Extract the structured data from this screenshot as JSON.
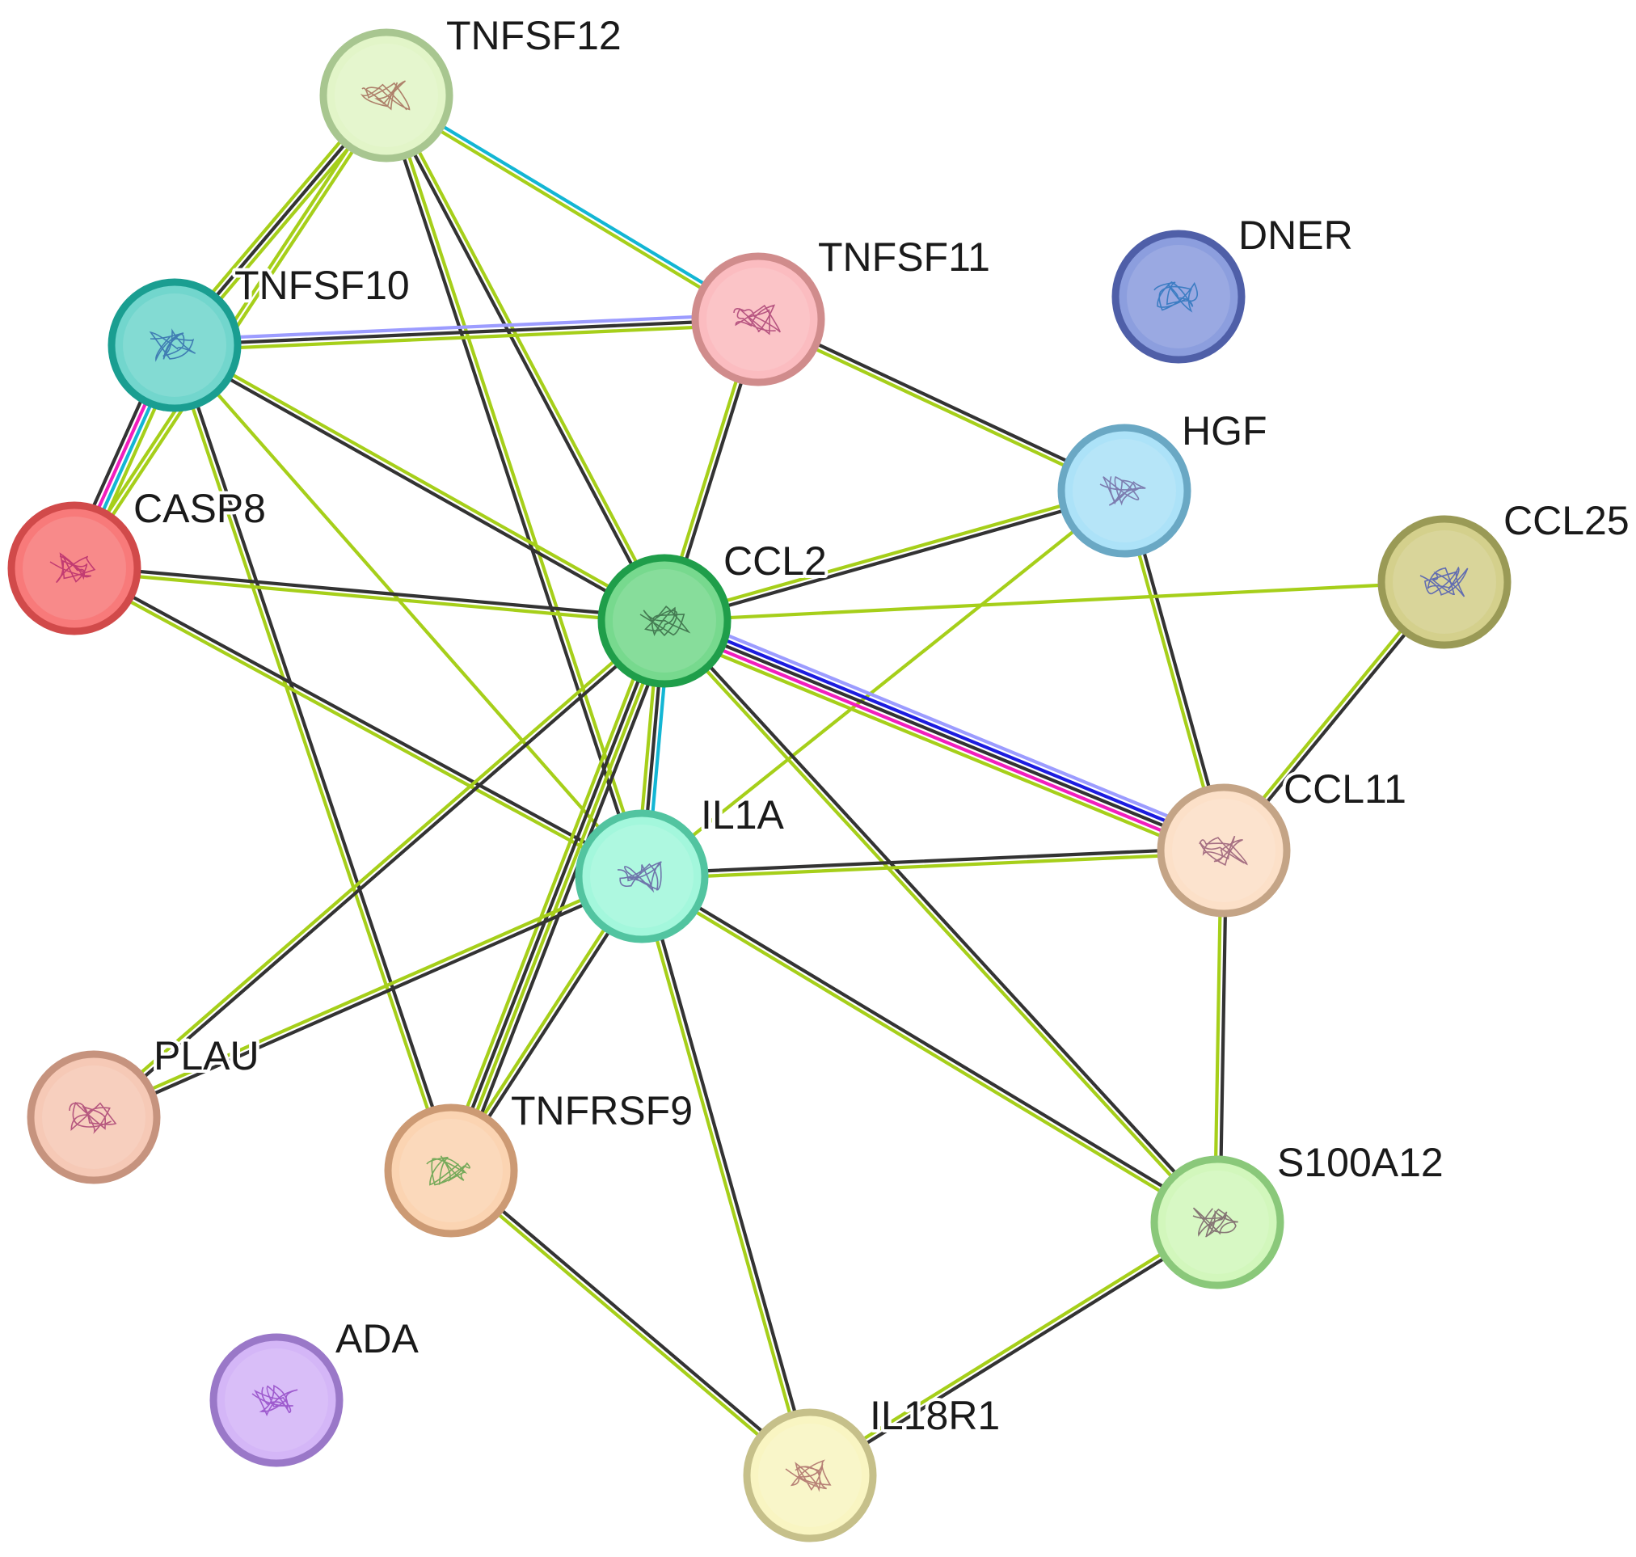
{
  "network": {
    "nodes": [
      {
        "id": "TNFSF12",
        "label": "TNFSF12",
        "fill": "#e2f5c8",
        "stroke": "#a8c690",
        "structure_color": "#9b5a4a"
      },
      {
        "id": "TNFSF11",
        "label": "TNFSF11",
        "fill": "#fbbcc0",
        "stroke": "#d08c8c",
        "structure_color": "#a0306a"
      },
      {
        "id": "DNER",
        "label": "DNER",
        "fill": "#8c9ede",
        "stroke": "#4f5fa8",
        "structure_color": "#1e6fb8"
      },
      {
        "id": "TNFSF10",
        "label": "TNFSF10",
        "fill": "#72d6cd",
        "stroke": "#1a9e91",
        "structure_color": "#2a5ea8"
      },
      {
        "id": "HGF",
        "label": "HGF",
        "fill": "#ace2f8",
        "stroke": "#6aa8c4",
        "structure_color": "#6a5a98"
      },
      {
        "id": "CASP8",
        "label": "CASP8",
        "fill": "#f87a7a",
        "stroke": "#d14a4a",
        "structure_color": "#b0206a"
      },
      {
        "id": "CCL2",
        "label": "CCL2",
        "fill": "#77d98e",
        "stroke": "#1f9e4a",
        "structure_color": "#2e5a3a"
      },
      {
        "id": "CCL25",
        "label": "CCL25",
        "fill": "#d4d08c",
        "stroke": "#9a9a56",
        "structure_color": "#3a4ab8"
      },
      {
        "id": "IL1A",
        "label": "IL1A",
        "fill": "#a3f7dc",
        "stroke": "#52c4a0",
        "structure_color": "#5a4a9a"
      },
      {
        "id": "CCL11",
        "label": "CCL11",
        "fill": "#fce0c8",
        "stroke": "#c4a486",
        "structure_color": "#8a4a6a"
      },
      {
        "id": "PLAU",
        "label": "PLAU",
        "fill": "#f6c9b6",
        "stroke": "#c6937e",
        "structure_color": "#a0306a"
      },
      {
        "id": "TNFRSF9",
        "label": "TNFRSF9",
        "fill": "#fbd4b2",
        "stroke": "#cc9a74",
        "structure_color": "#4a9a3a"
      },
      {
        "id": "S100A12",
        "label": "S100A12",
        "fill": "#d2f7bc",
        "stroke": "#8ac87a",
        "structure_color": "#6a4a5a"
      },
      {
        "id": "ADA",
        "label": "ADA",
        "fill": "#d4b6f7",
        "stroke": "#9a78c8",
        "structure_color": "#8a3ac0"
      },
      {
        "id": "IL18R1",
        "label": "IL18R1",
        "fill": "#f9f5c2",
        "stroke": "#c6c08a",
        "structure_color": "#a05a5a"
      }
    ],
    "edges": [
      {
        "a": "TNFSF12",
        "b": "TNFSF11",
        "types": [
          "database",
          "textmining"
        ]
      },
      {
        "a": "TNFSF12",
        "b": "TNFSF10",
        "types": [
          "textmining",
          "coexpression",
          "textmining"
        ]
      },
      {
        "a": "TNFSF12",
        "b": "CASP8",
        "types": [
          "textmining",
          "textmining"
        ]
      },
      {
        "a": "TNFSF12",
        "b": "CCL2",
        "types": [
          "textmining",
          "coexpression"
        ]
      },
      {
        "a": "TNFSF12",
        "b": "IL1A",
        "types": [
          "textmining",
          "coexpression"
        ]
      },
      {
        "a": "TNFSF10",
        "b": "TNFSF11",
        "types": [
          "protein_homology",
          "coexpression",
          "textmining"
        ]
      },
      {
        "a": "TNFSF10",
        "b": "CASP8",
        "types": [
          "textmining",
          "database",
          "experimental",
          "coexpression"
        ]
      },
      {
        "a": "TNFSF10",
        "b": "CCL2",
        "types": [
          "textmining",
          "coexpression"
        ]
      },
      {
        "a": "TNFSF10",
        "b": "IL1A",
        "types": [
          "textmining"
        ]
      },
      {
        "a": "TNFSF10",
        "b": "TNFRSF9",
        "types": [
          "coexpression",
          "textmining"
        ]
      },
      {
        "a": "TNFSF11",
        "b": "CCL2",
        "types": [
          "coexpression",
          "textmining"
        ]
      },
      {
        "a": "TNFSF11",
        "b": "HGF",
        "types": [
          "coexpression",
          "textmining"
        ]
      },
      {
        "a": "HGF",
        "b": "CCL2",
        "types": [
          "coexpression",
          "textmining"
        ]
      },
      {
        "a": "HGF",
        "b": "IL1A",
        "types": [
          "textmining"
        ]
      },
      {
        "a": "HGF",
        "b": "CCL11",
        "types": [
          "coexpression",
          "textmining"
        ]
      },
      {
        "a": "CASP8",
        "b": "CCL2",
        "types": [
          "coexpression",
          "textmining"
        ]
      },
      {
        "a": "CASP8",
        "b": "IL1A",
        "types": [
          "coexpression",
          "textmining"
        ]
      },
      {
        "a": "CCL2",
        "b": "CCL25",
        "types": [
          "textmining"
        ]
      },
      {
        "a": "CCL2",
        "b": "CCL11",
        "types": [
          "protein_homology",
          "cooccurrence",
          "coexpression",
          "experimental",
          "textmining"
        ]
      },
      {
        "a": "CCL2",
        "b": "IL1A",
        "types": [
          "database",
          "coexpression",
          "textmining"
        ]
      },
      {
        "a": "CCL2",
        "b": "PLAU",
        "types": [
          "coexpression",
          "textmining"
        ]
      },
      {
        "a": "CCL2",
        "b": "TNFRSF9",
        "types": [
          "coexpression",
          "textmining",
          "coexpression",
          "textmining"
        ]
      },
      {
        "a": "CCL2",
        "b": "S100A12",
        "types": [
          "coexpression",
          "textmining"
        ]
      },
      {
        "a": "CCL25",
        "b": "CCL11",
        "types": [
          "coexpression",
          "textmining"
        ]
      },
      {
        "a": "IL1A",
        "b": "CCL11",
        "types": [
          "coexpression",
          "textmining"
        ]
      },
      {
        "a": "IL1A",
        "b": "PLAU",
        "types": [
          "coexpression",
          "textmining"
        ]
      },
      {
        "a": "IL1A",
        "b": "TNFRSF9",
        "types": [
          "coexpression",
          "textmining"
        ]
      },
      {
        "a": "IL1A",
        "b": "S100A12",
        "types": [
          "coexpression",
          "textmining"
        ]
      },
      {
        "a": "IL1A",
        "b": "IL18R1",
        "types": [
          "coexpression",
          "textmining"
        ]
      },
      {
        "a": "CCL11",
        "b": "S100A12",
        "types": [
          "coexpression",
          "textmining"
        ]
      },
      {
        "a": "TNFRSF9",
        "b": "IL18R1",
        "types": [
          "coexpression",
          "textmining"
        ]
      },
      {
        "a": "S100A12",
        "b": "IL18R1",
        "types": [
          "coexpression",
          "textmining"
        ]
      }
    ],
    "edge_colors": {
      "textmining": "#a6cf1a",
      "coexpression": "#333333",
      "database": "#13b6d4",
      "experimental": "#f21ebd",
      "protein_homology": "#9c9cff",
      "cooccurrence": "#1c1ce0"
    }
  }
}
